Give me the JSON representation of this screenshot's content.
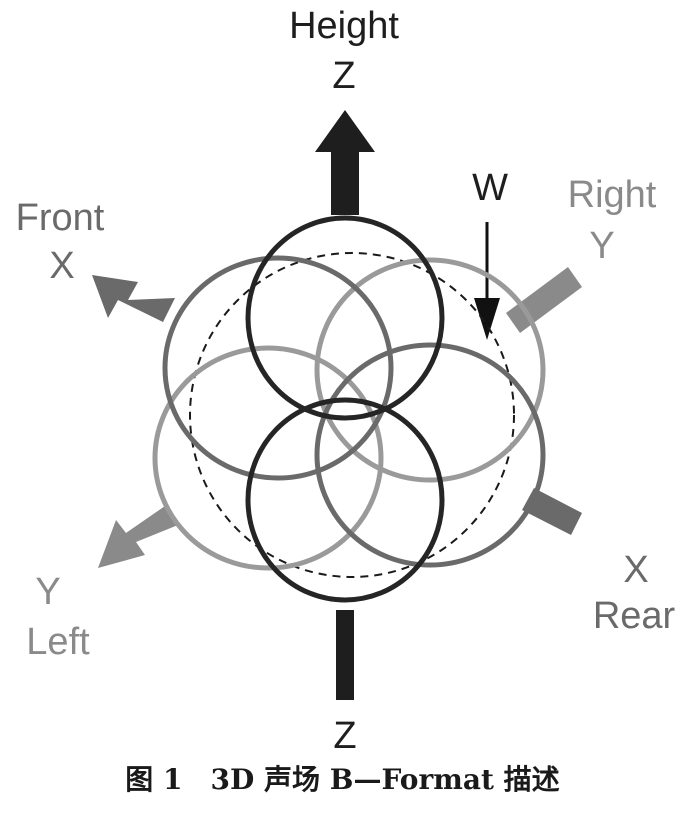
{
  "labels": {
    "height": "Height",
    "z_top": "Z",
    "z_bottom": "Z",
    "w": "W",
    "front": "Front",
    "x_front": "X",
    "right": "Right",
    "y_right": "Y",
    "y_left": "Y",
    "left": "Left",
    "x_rear": "X",
    "rear": "Rear"
  },
  "caption": "图 1　3D 声场 B—Format 描述",
  "colors": {
    "z_axis": "#1e1e1e",
    "x_axis": "#6a6a6a",
    "y_axis": "#8a8a8a",
    "circle_z": "#252525",
    "circle_x": "#6a6a6a",
    "circle_y": "#9a9a9a"
  }
}
